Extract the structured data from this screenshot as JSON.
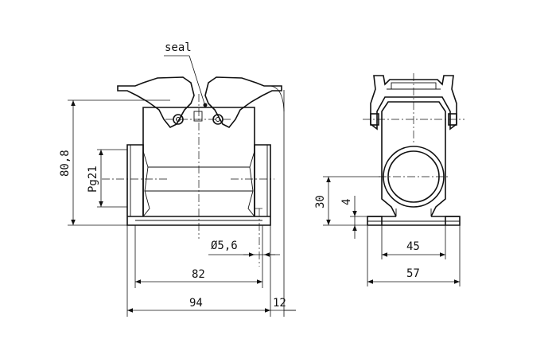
{
  "labels": {
    "seal": "seal",
    "height_total": "80,8",
    "thread": "Pg21",
    "hole_diameter": "Ø5,6",
    "width_inner": "82",
    "width_outer": "94",
    "edge_offset": "12",
    "side_height": "30",
    "base_thickness": "4",
    "side_inner_width": "45",
    "side_outer_width": "57"
  }
}
